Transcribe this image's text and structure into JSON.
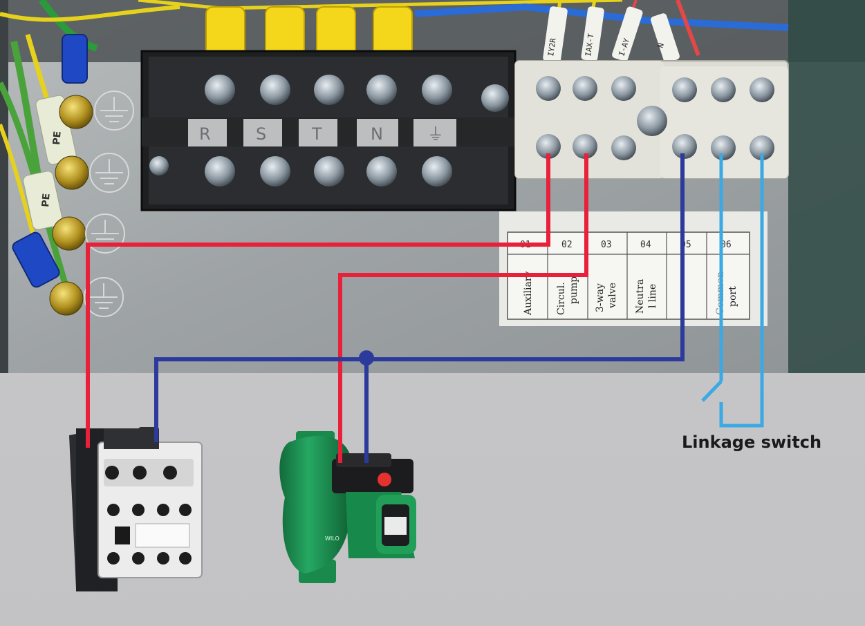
{
  "terminal_block": {
    "labels": [
      "R",
      "S",
      "T",
      "N",
      "⏚"
    ]
  },
  "ground_tags": [
    "PE",
    "PE"
  ],
  "wire_tags": [
    "IY2R",
    "IAX-T",
    "I-AY",
    "N"
  ],
  "label_table": {
    "numbers": [
      "01",
      "02",
      "03",
      "04",
      "05",
      "06"
    ],
    "lines": [
      [
        "Auxiliary"
      ],
      [
        "Circul.",
        "pump"
      ],
      [
        "3-way",
        "valve"
      ],
      [
        "Neutra",
        "l line"
      ],
      [
        ""
      ],
      [
        "Common",
        "port"
      ]
    ]
  },
  "callouts": {
    "linkage_switch": "Linkage  switch"
  },
  "pump": {
    "brand": "WILO"
  },
  "colors": {
    "live_wire": "#e8203a",
    "neutral_wire": "#2c3a9c",
    "signal_wire": "#3aa9e4",
    "pump_body": "#1f9a57",
    "floor": "#c7c7c9",
    "panel": "#a9adae"
  },
  "icons": {
    "ground_symbol": "earth-ground-icon",
    "screw": "screw-icon"
  }
}
